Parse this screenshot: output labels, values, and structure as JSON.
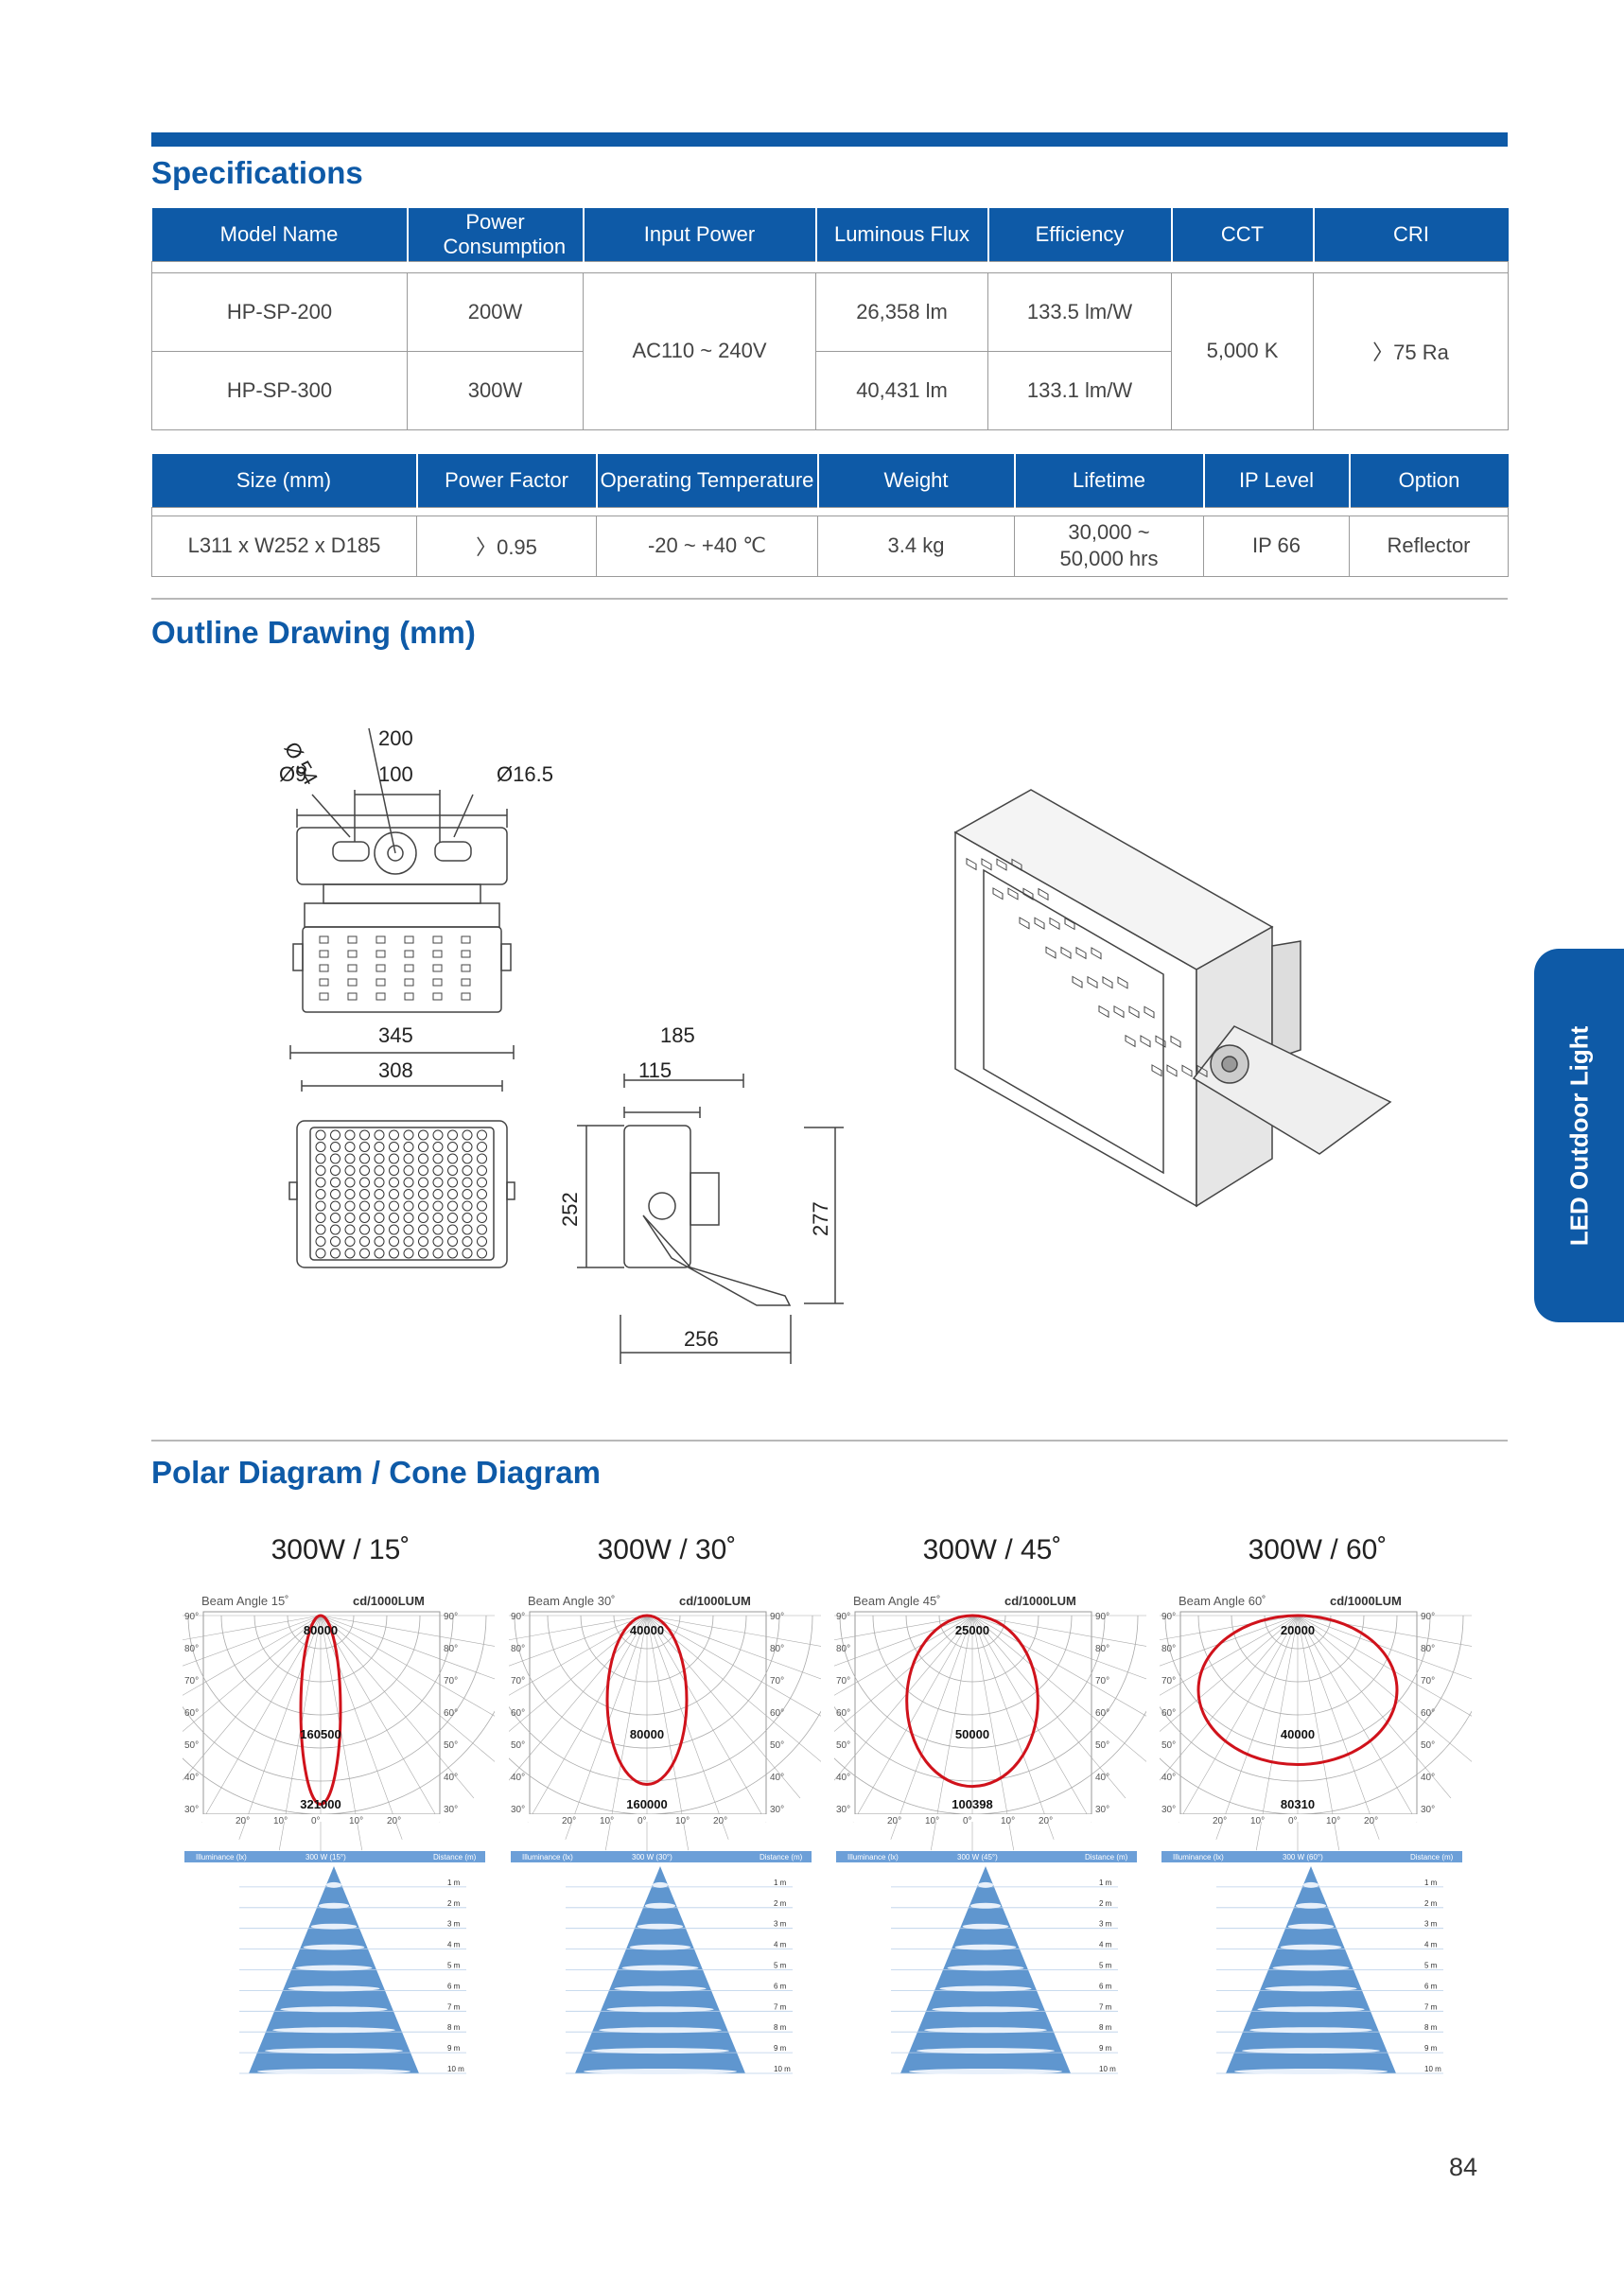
{
  "specifications": {
    "title": "Specifications",
    "table1": {
      "headers": [
        "Model Name",
        "Power Consumption",
        "Input Power",
        "Luminous Flux",
        "Efficiency",
        "CCT",
        "CRI"
      ],
      "rows": [
        {
          "model": "HP-SP-200",
          "power": "200W",
          "flux": "26,358 lm",
          "efficiency": "133.5 lm/W"
        },
        {
          "model": "HP-SP-300",
          "power": "300W",
          "flux": "40,431 lm",
          "efficiency": "133.1 lm/W"
        }
      ],
      "input_power": "AC110 ~ 240V",
      "cct": "5,000 K",
      "cri": "〉75 Ra"
    },
    "table2": {
      "headers": [
        "Size (mm)",
        "Power Factor",
        "Operating Temperature",
        "Weight",
        "Lifetime",
        "IP Level",
        "Option"
      ],
      "row": {
        "size": "L311 x W252 x D185",
        "pf": "〉0.95",
        "temp": "-20 ~ +40 ℃",
        "weight": "3.4 kg",
        "lifetime_1": "30,000 ~",
        "lifetime_2": "50,000 hrs",
        "ip": "IP 66",
        "option": "Reflector"
      }
    }
  },
  "outline": {
    "title": "Outline Drawing (mm)",
    "dims": {
      "d54": "Ø 54",
      "d200": "200",
      "d9": "Ø9",
      "d100": "100",
      "d165": "Ø16.5",
      "d345": "345",
      "d308": "308",
      "d185": "185",
      "d115": "115",
      "d252": "252",
      "d277": "277",
      "d256": "256"
    }
  },
  "polar": {
    "title": "Polar Diagram / Cone Diagram",
    "beam_label": "Beam Angle",
    "unit_label": "cd/1000LUM",
    "angles_left": [
      "90°",
      "80°",
      "70°",
      "60°",
      "50°",
      "40°",
      "30°"
    ],
    "angles_bottom": [
      "20°",
      "10°",
      "0°",
      "10°",
      "20°"
    ],
    "cone_headers": [
      "Illuminance (lx)",
      "Distance (m)"
    ],
    "distances": [
      "1 m",
      "2 m",
      "3 m",
      "4 m",
      "5 m",
      "6 m",
      "7 m",
      "8 m",
      "9 m",
      "10 m"
    ],
    "diagrams": [
      {
        "title": "300W / 15˚",
        "beam": "15˚",
        "cone_col": "300 W (15°)",
        "v_top": "80000",
        "v_mid": "160500",
        "v_bot": "321000"
      },
      {
        "title": "300W / 30˚",
        "beam": "30˚",
        "cone_col": "300 W (30°)",
        "v_top": "40000",
        "v_mid": "80000",
        "v_bot": "160000"
      },
      {
        "title": "300W / 45˚",
        "beam": "45˚",
        "cone_col": "300 W (45°)",
        "v_top": "25000",
        "v_mid": "50000",
        "v_bot": "100398"
      },
      {
        "title": "300W / 60˚",
        "beam": "60˚",
        "cone_col": "300 W (60°)",
        "v_top": "20000",
        "v_mid": "40000",
        "v_bot": "80310"
      }
    ]
  },
  "side_tab": "LED Outdoor Light",
  "page_number": "84",
  "colors": {
    "brand_blue": "#0e5aa7",
    "polar_red": "#d0121b",
    "cone_blue": "#5f96cf"
  }
}
